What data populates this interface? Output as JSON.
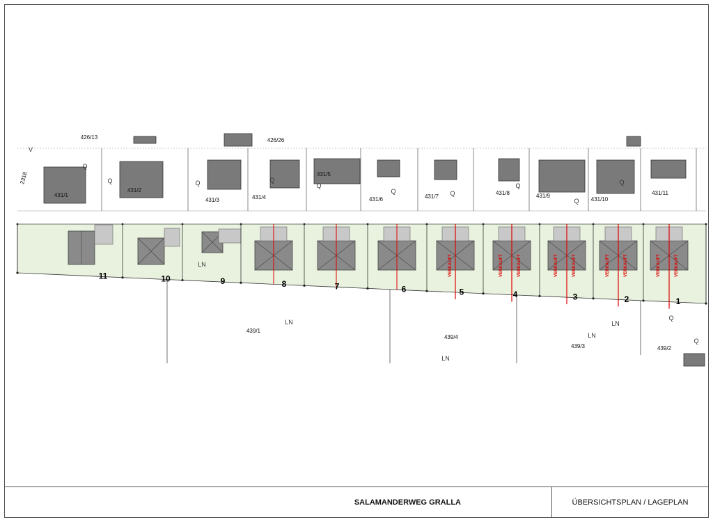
{
  "title_block": {
    "project": "SALAMANDERWEG GRALLA",
    "plan_type": "ÜBERSICHTSPLAN / LAGEPLAN"
  },
  "colors": {
    "lot_fill": "#e8f2de",
    "building": "#7a7a7a",
    "sold_marker": "#e00000",
    "line": "#333333"
  },
  "lots": [
    {
      "number": "11",
      "sold": false
    },
    {
      "number": "10",
      "sold": false
    },
    {
      "number": "9",
      "sold": false
    },
    {
      "number": "8",
      "sold": false
    },
    {
      "number": "7",
      "sold": false
    },
    {
      "number": "6",
      "sold": false
    },
    {
      "number": "5",
      "sold": true
    },
    {
      "number": "4",
      "sold": true
    },
    {
      "number": "3",
      "sold": true
    },
    {
      "number": "2",
      "sold": true
    },
    {
      "number": "1",
      "sold": true
    }
  ],
  "sold_label": "VERKAUFT",
  "north_parcels": [
    "431/1",
    "431/2",
    "431/3",
    "431/4",
    "431/5",
    "431/6",
    "431/7",
    "431/8",
    "431/9",
    "431/10",
    "431/11"
  ],
  "top_parcels": [
    "426/13",
    "426/26"
  ],
  "south_parcels": [
    "439/1",
    "439/4",
    "439/3",
    "439/2"
  ],
  "edge_parcel": "2318",
  "land_use_labels": {
    "ln": "LN",
    "q": "Q",
    "v": "V"
  }
}
